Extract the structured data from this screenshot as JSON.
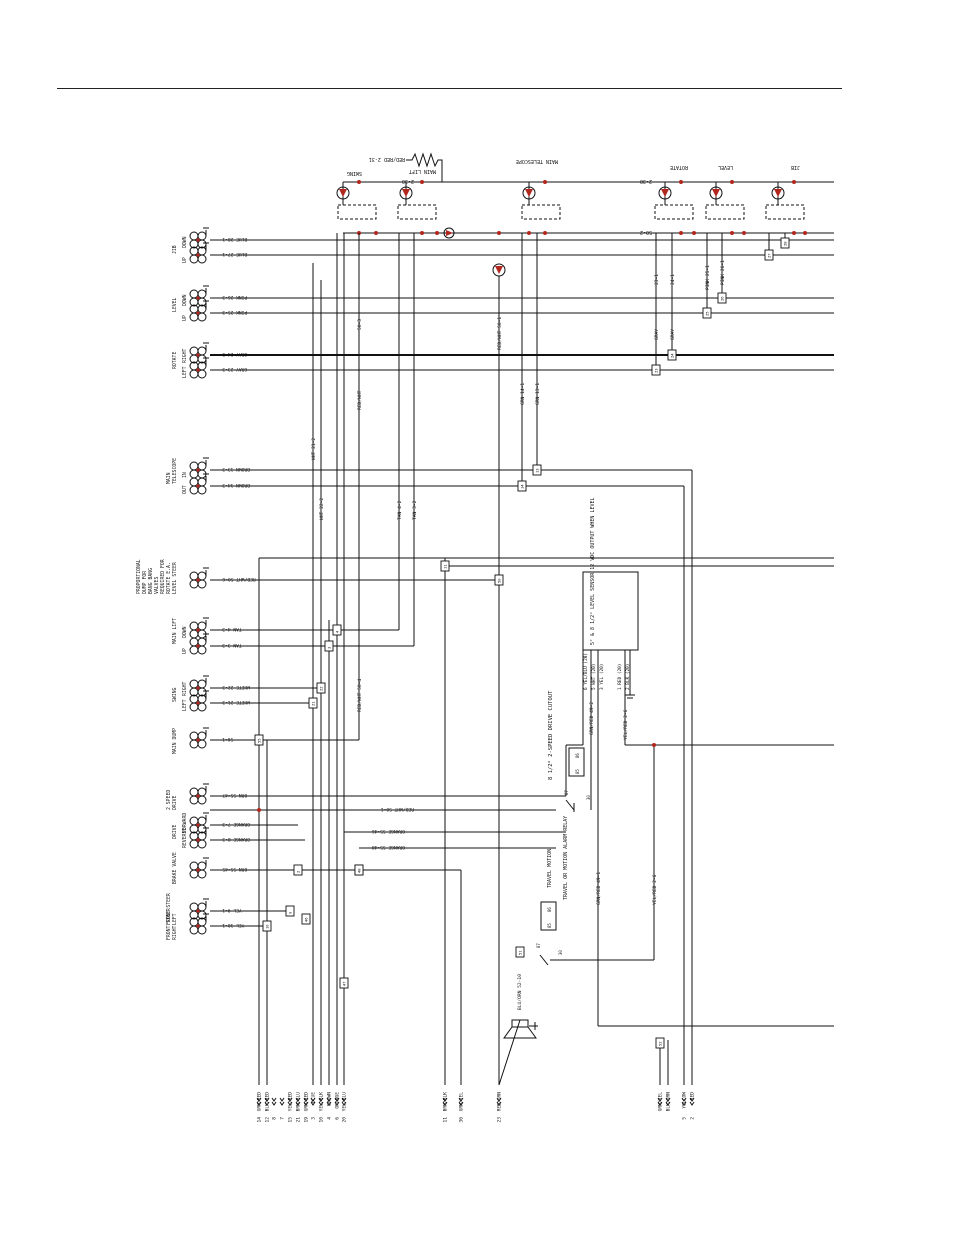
{
  "colors": {
    "ink": "#111111",
    "junction": "#b3261e",
    "valve_fill": "#b3261e"
  },
  "top_labels": [
    {
      "text": "SWING"
    },
    {
      "text": "RED/RED 2-31"
    },
    {
      "text": "MAIN LIFT"
    },
    {
      "text": "2-30"
    },
    {
      "text": "MAIN TELESCOPE"
    },
    {
      "text": "ROTATE"
    },
    {
      "text": "LEVEL"
    },
    {
      "text": "JIB"
    },
    {
      "text": "2-30"
    },
    {
      "text": "50-2"
    }
  ],
  "controls": [
    {
      "group": "JIB",
      "sub": "DOWN",
      "wire": "BLUE 28-1"
    },
    {
      "group": "",
      "sub": "UP",
      "wire": "BLUE 27-1"
    },
    {
      "group": "LEVEL",
      "sub": "DOWN",
      "wire": "PINK 26-3"
    },
    {
      "group": "",
      "sub": "UP",
      "wire": "PINK 25-3"
    },
    {
      "group": "ROTATE",
      "sub": "RIGHT",
      "wire": "GRAY 24-3"
    },
    {
      "group": "",
      "sub": "LEFT",
      "wire": "GRAY 23-3"
    },
    {
      "group": "MAIN TELESCOPE",
      "sub": "IN",
      "wire": "BROWN 13-3"
    },
    {
      "group": "",
      "sub": "OUT",
      "wire": "BROWN 14-3"
    },
    {
      "group": "PROPORTIONAL DUMP FOR BANG BANG VALVES REQUIRED FOR ROTATE E.A. LEVEL STEER",
      "sub": "",
      "wire": "RED/WHT 50-6"
    },
    {
      "group": "MAIN LIFT",
      "sub": "DOWN",
      "wire": "TAN 4-3"
    },
    {
      "group": "",
      "sub": "UP",
      "wire": "TAN 3-3"
    },
    {
      "group": "SWING",
      "sub": "RIGHT",
      "wire": "WHITE 22-3"
    },
    {
      "group": "",
      "sub": "LEFT",
      "wire": "WHITE 21-3"
    },
    {
      "group": "MAIN DUMP",
      "sub": "",
      "wire": "50-1"
    },
    {
      "group": "2 SPEED DRIVE",
      "sub": "",
      "wire": "ORN 55-47"
    },
    {
      "group": "DRIVE",
      "sub": "FORWARD",
      "wire": "ORANGE 7-3"
    },
    {
      "group": "",
      "sub": "REVERSE",
      "wire": "ORANGE 8-3"
    },
    {
      "group": "BRAKE VALVE",
      "sub": "",
      "wire": "ORN 55-45"
    },
    {
      "group": "FRONT STEER LEFT",
      "sub": "",
      "wire": "YEL 9-1"
    },
    {
      "group": "FRONT STEER RIGHT",
      "sub": "",
      "wire": "YEL 10-1"
    }
  ],
  "vertical_wire_labels": [
    {
      "text": "50-3"
    },
    {
      "text": "RED/WHT"
    },
    {
      "text": "RED/WHT 50-1"
    },
    {
      "text": "GRN 14-1"
    },
    {
      "text": "GRN 13-1"
    },
    {
      "text": "WHT 21-2"
    },
    {
      "text": "WHT 22-2"
    },
    {
      "text": "TAN 4-2"
    },
    {
      "text": "TAN 3-2"
    },
    {
      "text": "RED/WHT 50-4"
    },
    {
      "text": "23-1"
    },
    {
      "text": "24-1"
    },
    {
      "text": "PINK 25-1"
    },
    {
      "text": "PINK 26-1"
    },
    {
      "text": "GRAY"
    },
    {
      "text": "GRAY"
    },
    {
      "text": "GRN/RED 49-2"
    },
    {
      "text": "YEL/RED 2-6"
    },
    {
      "text": "GRN/RED 49-1"
    },
    {
      "text": "YEL/RED 2-6"
    },
    {
      "text": "BLU/ORN 52-10"
    }
  ],
  "drive_wire_labels": [
    {
      "text": "RED/WHT 50-1"
    },
    {
      "text": "ORANGE 55-46"
    },
    {
      "text": "ORANGE 55-48"
    }
  ],
  "level_sensor": {
    "title": "5° & 8 1/2° LEVEL SENSOR 12 VDC OUTPUT WHEN LEVEL",
    "pins": [
      "6 YEL/BLU (20)",
      "5 WHT (20)",
      "3 YEL (20)",
      "1 RED (20)",
      "2 BLK (20)"
    ],
    "pin_nums": [
      "6",
      "5",
      "3",
      "1",
      "2"
    ]
  },
  "relays": [
    {
      "title": "8 1/2° 2-SPEED DRIVE CUTOUT",
      "pins": [
        "86",
        "85",
        "87",
        "30"
      ]
    },
    {
      "title": "TRAVEL OR MOTION ALARM RELAY",
      "pins": [
        "86",
        "85",
        "87",
        "30"
      ],
      "note": "TRAVEL MOTION"
    }
  ],
  "bottom_wires": [
    {
      "pin": "14",
      "label": "GRN/RED"
    },
    {
      "pin": "12",
      "label": "BLK/RED"
    },
    {
      "pin": "8",
      "label": ""
    },
    {
      "pin": "7",
      "label": ""
    },
    {
      "pin": "15",
      "label": "YEL/RED"
    },
    {
      "pin": "21",
      "label": "BRN/BLU"
    },
    {
      "pin": "19",
      "label": "GRN/RED"
    },
    {
      "pin": "3",
      "label": "BLUE"
    },
    {
      "pin": "10",
      "label": "YEL/BLK"
    },
    {
      "pin": "4",
      "label": "BROWN"
    },
    {
      "pin": "6",
      "label": "ORANGE"
    },
    {
      "pin": "20",
      "label": "YEL/BLU"
    },
    {
      "pin": "11",
      "label": "BRN/BLK"
    },
    {
      "pin": "36",
      "label": "GRN/YEL"
    },
    {
      "pin": "23",
      "label": "RED/GRN"
    },
    {
      "pin": "",
      "label": "GRN/YEL"
    },
    {
      "pin": "",
      "label": "BLK/ORN"
    },
    {
      "pin": "5",
      "label": "YELLOW"
    },
    {
      "pin": "2",
      "label": "RED"
    }
  ],
  "box_numbers": [
    "28",
    "27",
    "26",
    "25",
    "24",
    "23",
    "14",
    "13",
    "11",
    "4",
    "3",
    "22",
    "21",
    "50",
    "55",
    "2",
    "9",
    "10",
    "45",
    "46",
    "47",
    "48",
    "51",
    "52"
  ]
}
